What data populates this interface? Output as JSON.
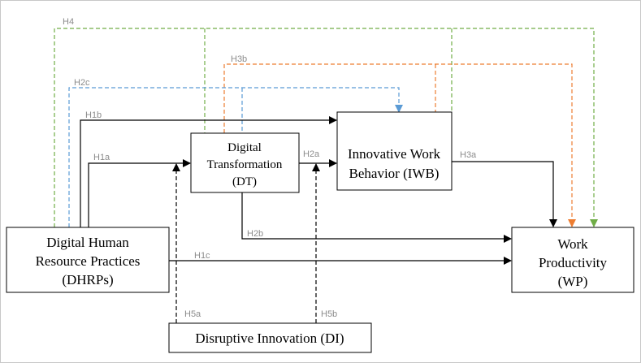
{
  "colors": {
    "solid": "#000000",
    "dash_black": "#000000",
    "green": "#70ad47",
    "orange": "#ed7d31",
    "blue": "#5b9bd5",
    "label": "#8c8c8c"
  },
  "nodes": {
    "dhrps": [
      "Digital Human",
      "Resource Practices",
      "(DHRPs)"
    ],
    "dt": [
      "Digital",
      "Transformation",
      "(DT)"
    ],
    "iwb": [
      "Innovative Work",
      "Behavior (IWB)"
    ],
    "wp": [
      "Work",
      "Productivity",
      "(WP)"
    ],
    "di": [
      "Disruptive Innovation (DI)"
    ]
  },
  "hypotheses": {
    "h1a": "H1a",
    "h1b": "H1b",
    "h1c": "H1c",
    "h2a": "H2a",
    "h2b": "H2b",
    "h2c": "H2c",
    "h3a": "H3a",
    "h3b": "H3b",
    "h4": "H4",
    "h5a": "H5a",
    "h5b": "H5b"
  }
}
